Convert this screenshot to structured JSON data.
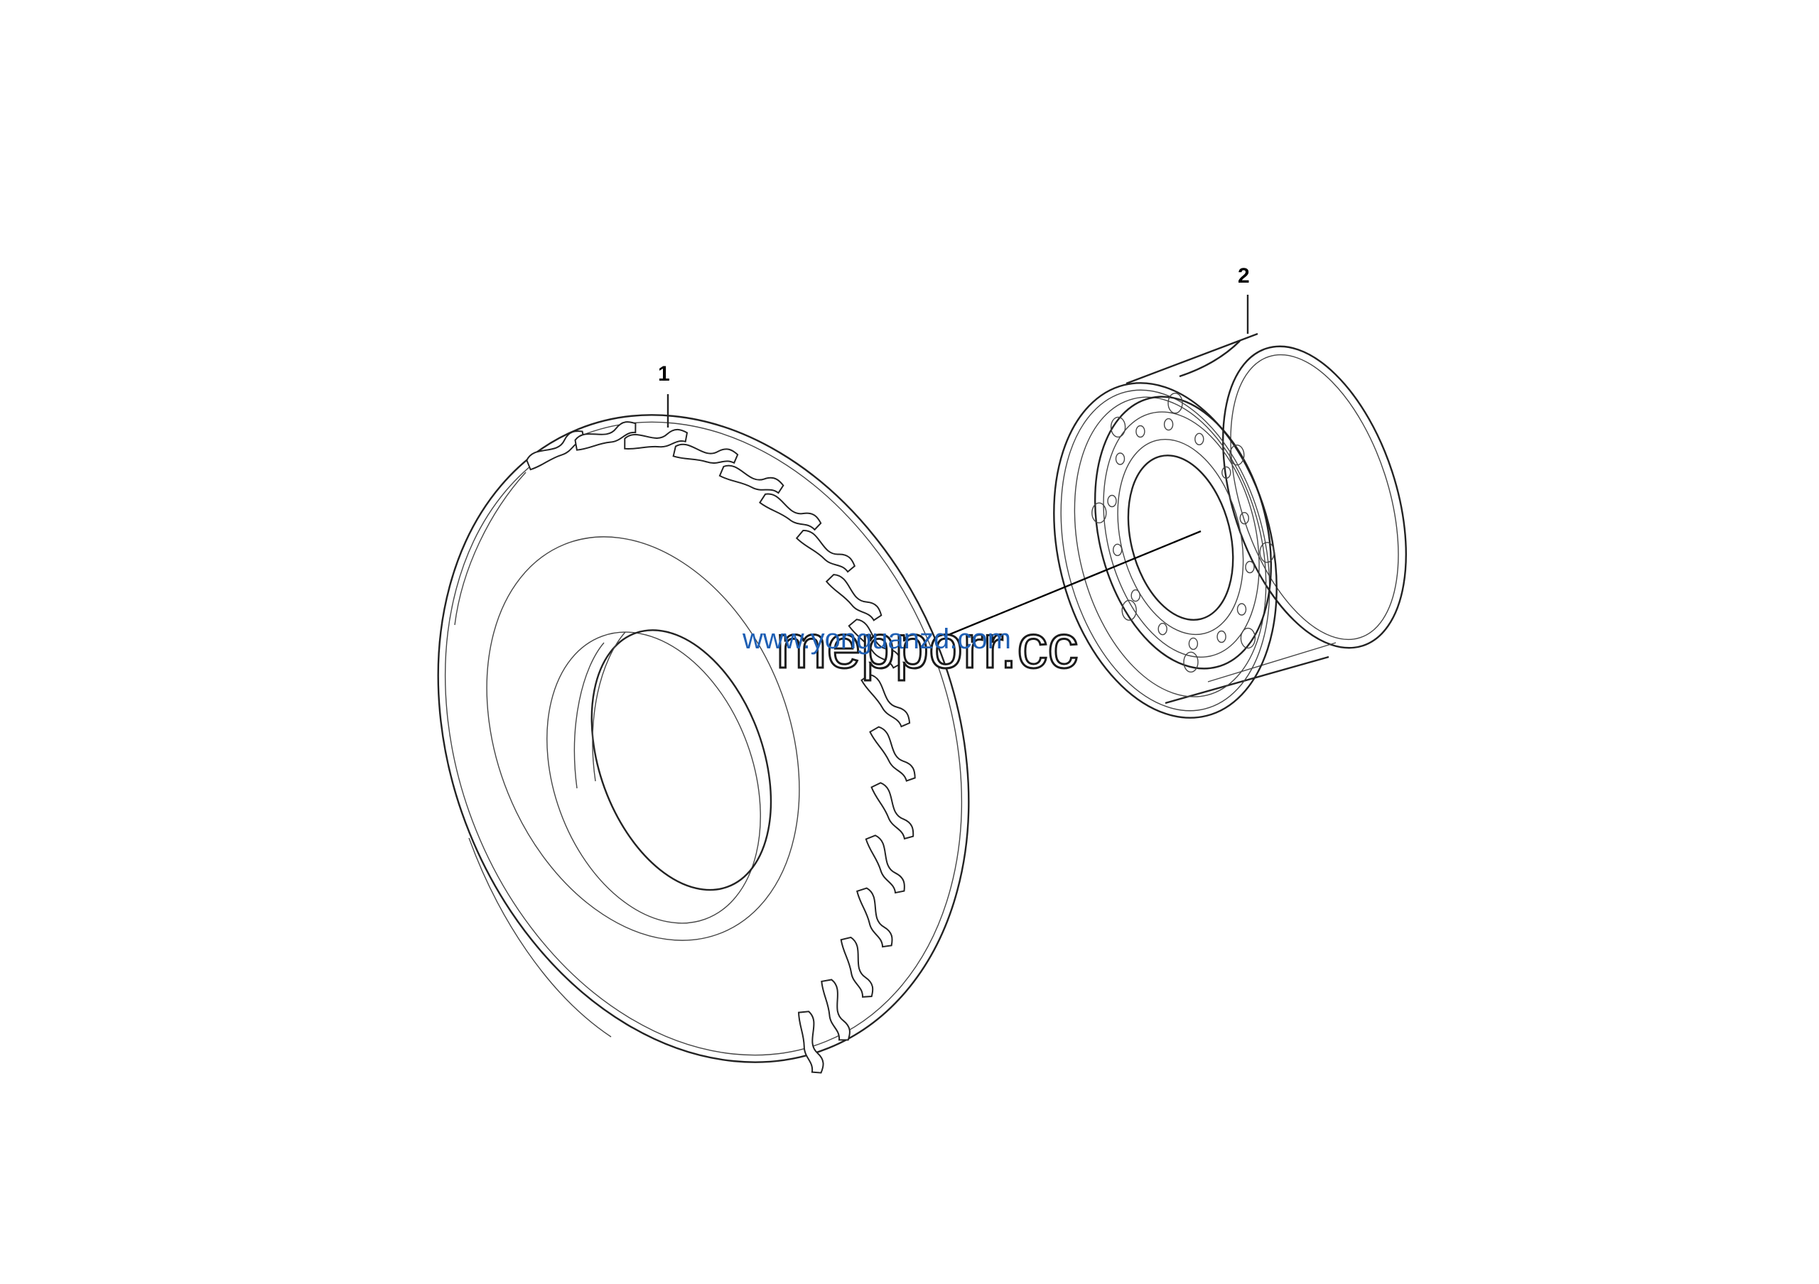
{
  "callouts": [
    {
      "id": "1",
      "label": "1",
      "part": "tire"
    },
    {
      "id": "2",
      "label": "2",
      "part": "rim"
    }
  ],
  "watermarks": {
    "outline_text": "mepporr.cc",
    "blue_text": "www.yonguanzd.com",
    "blue_color": "#1e5fb4"
  }
}
